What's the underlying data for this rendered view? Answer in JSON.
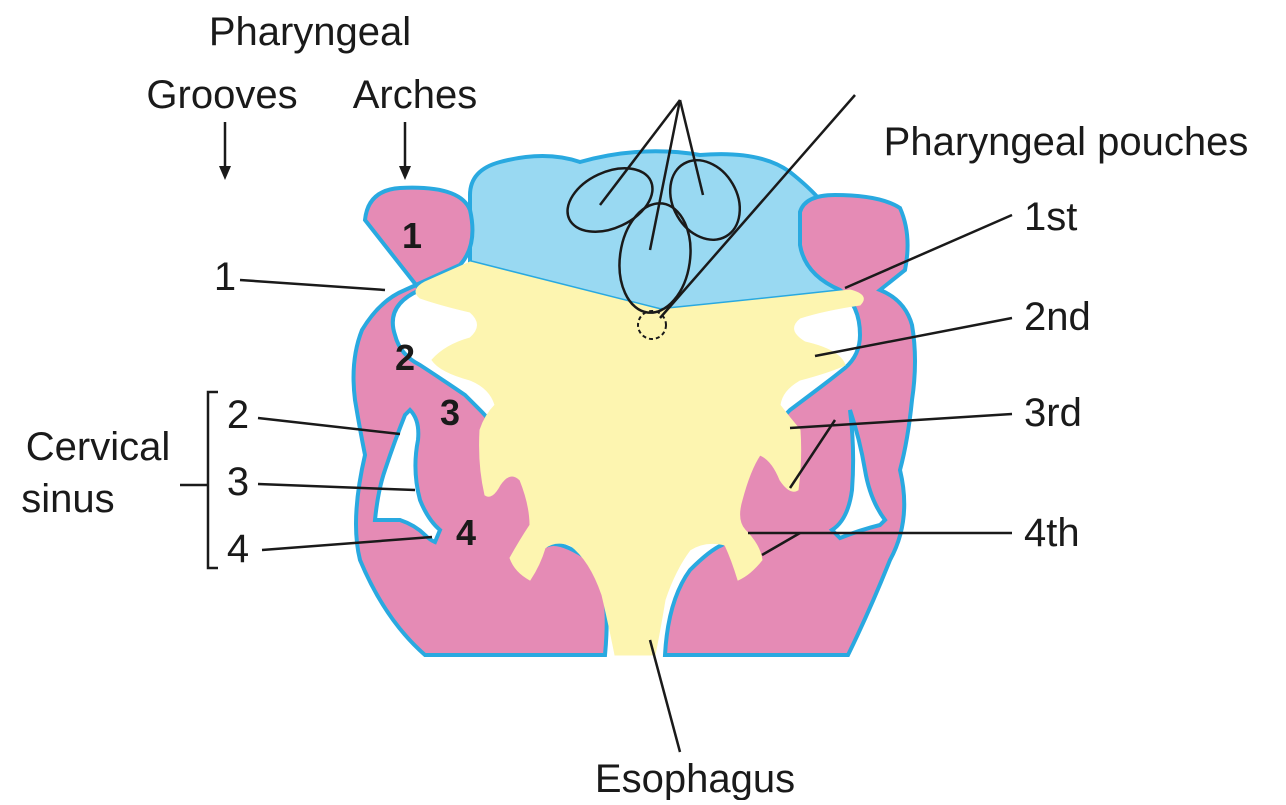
{
  "header": {
    "pharyngeal": "Pharyngeal",
    "grooves": "Grooves",
    "arches": "Arches"
  },
  "pouches": {
    "title": "Pharyngeal pouches",
    "first": "1st",
    "second": "2nd",
    "third": "3rd",
    "fourth": "4th"
  },
  "arch_numbers": [
    "1",
    "2",
    "3",
    "4"
  ],
  "grooves": {
    "groove_1": "1"
  },
  "cervical_sinus": {
    "label_line1": "Cervical",
    "label_line2": "sinus",
    "items": [
      "2",
      "3",
      "4"
    ]
  },
  "esophagus": "Esophagus",
  "colors": {
    "mesoderm_pink": "#e58bb5",
    "endoderm_yellow": "#fdf5b0",
    "ectoderm_outline": "#29a9e0",
    "cavity_blue": "#99d9f2",
    "text": "#1a1a1a"
  }
}
